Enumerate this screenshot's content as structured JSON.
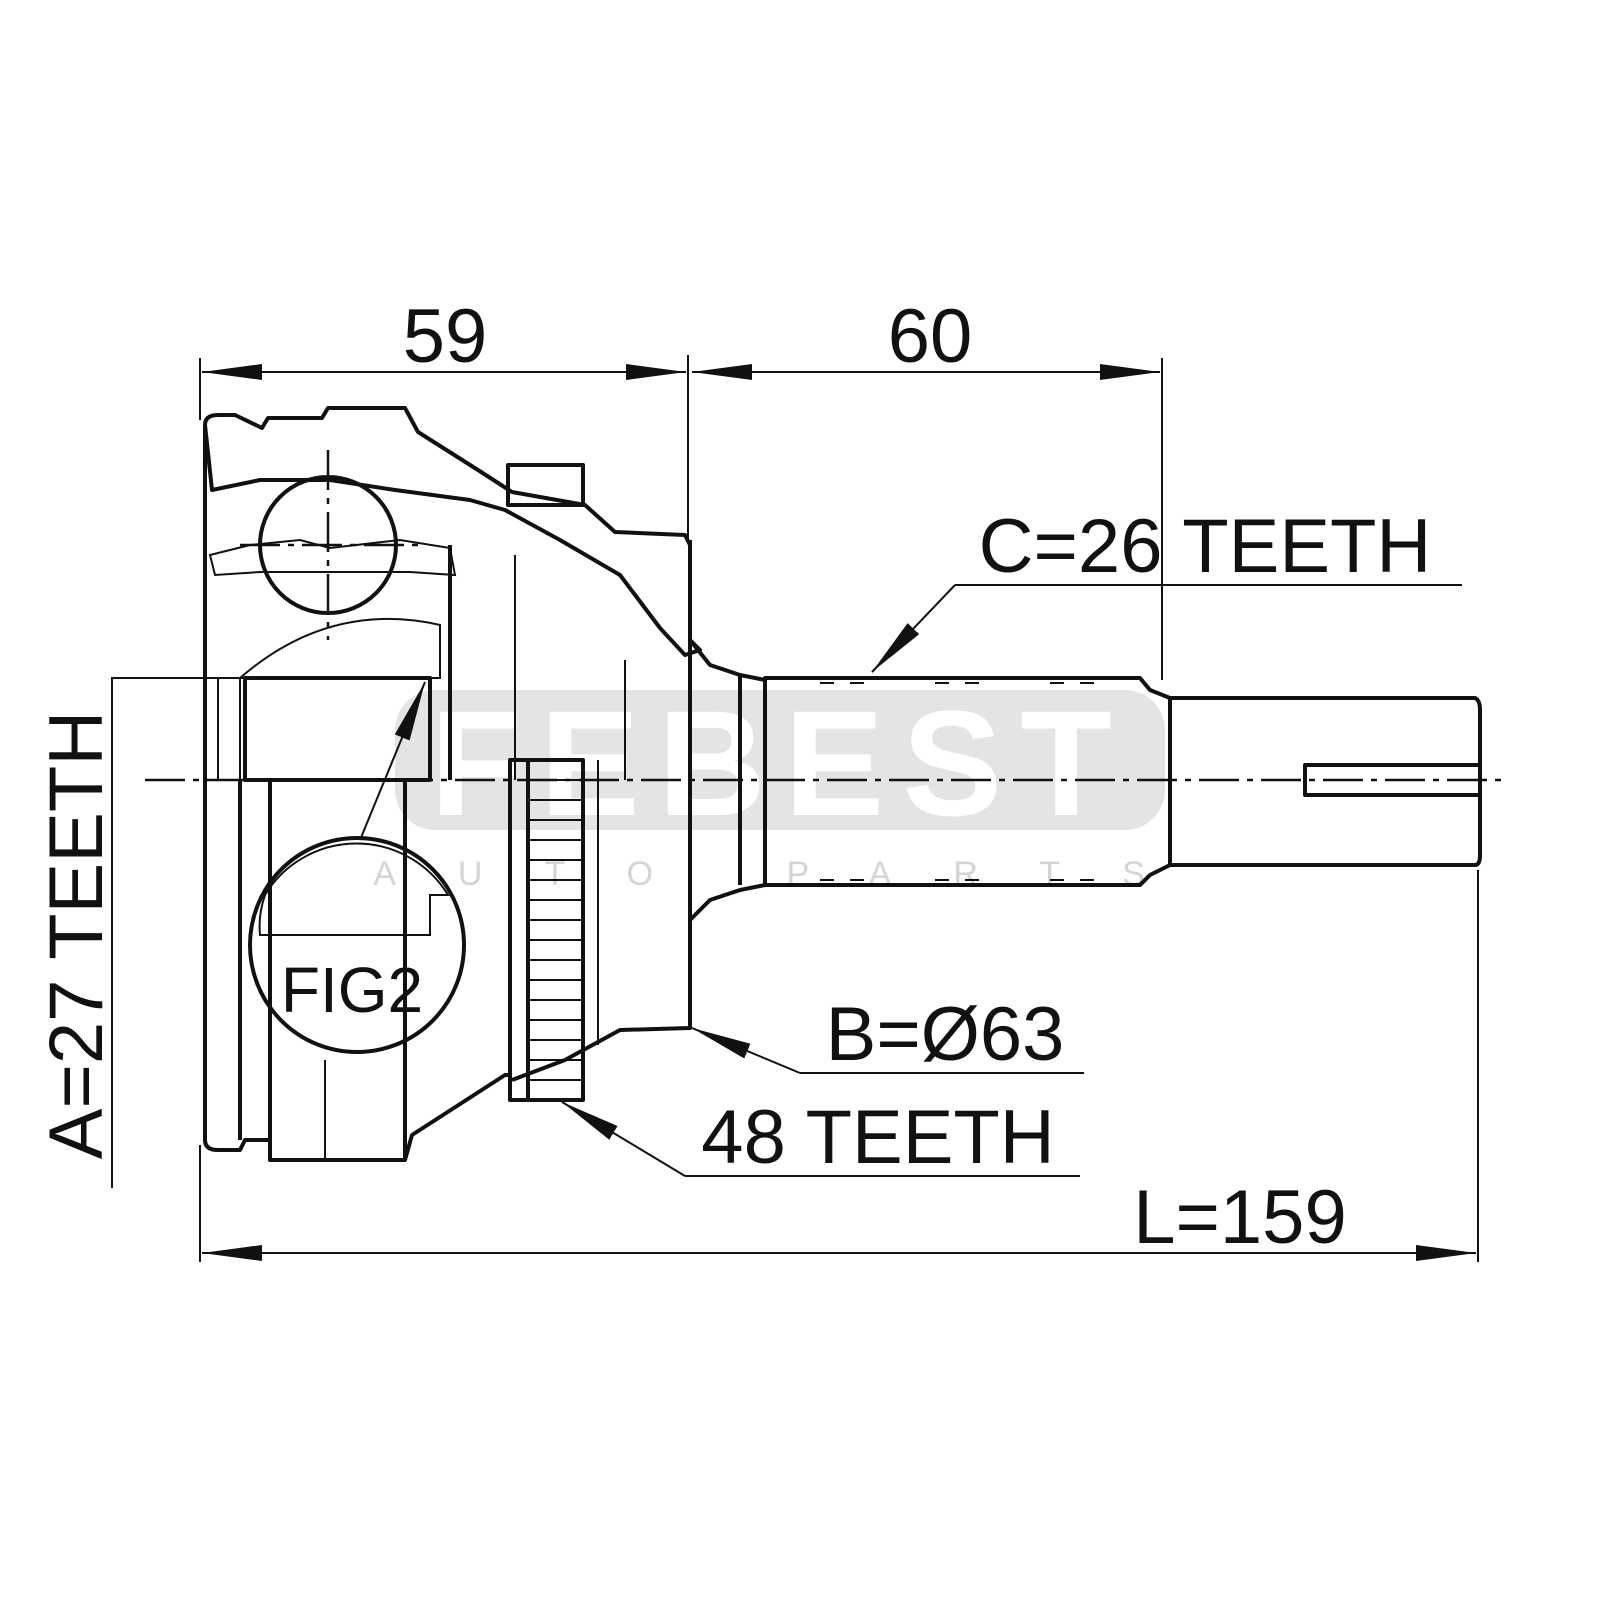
{
  "drawing": {
    "dimensions": {
      "housing_length": "59",
      "shaft_length": "60",
      "total_length": "L=159"
    },
    "callouts": {
      "outer_spline": "C=26 TEETH",
      "inner_spline": "A=27 TEETH",
      "seal_diameter": "B=Ø63",
      "abs_ring": "48 TEETH",
      "detail": "FIG2"
    },
    "watermark": {
      "brand": "FEBEST",
      "tagline": "AUTO PARTS"
    }
  }
}
